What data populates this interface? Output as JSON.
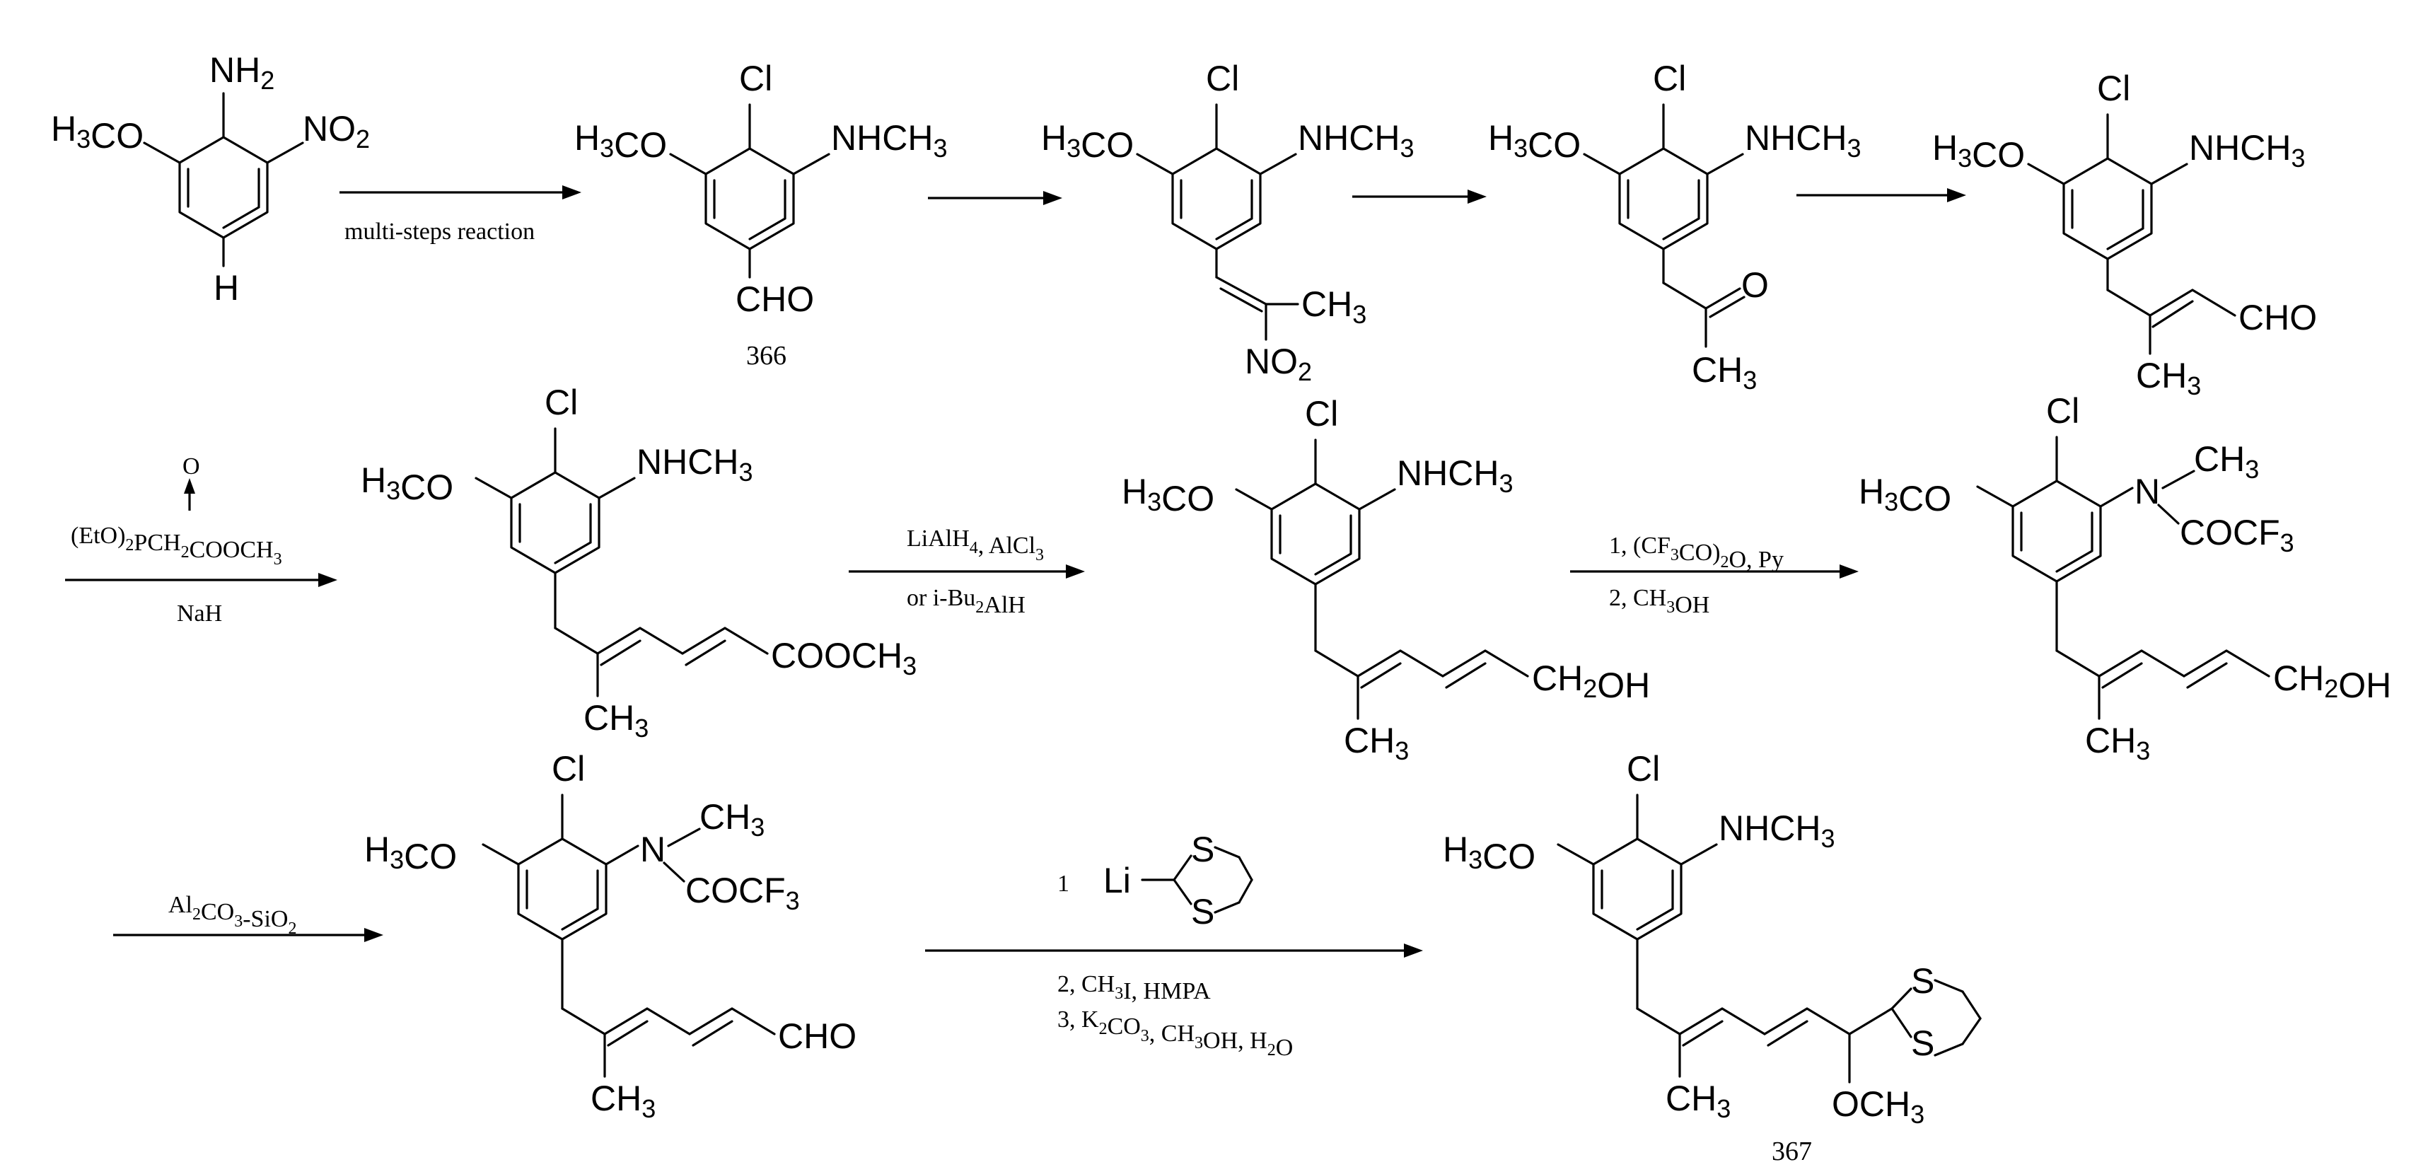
{
  "row1": {
    "m1": {
      "ome": "H3CO",
      "nh2": "NH2",
      "no2": "NO2",
      "h": "H"
    },
    "arrow1_label": "multi-steps reaction",
    "m2": {
      "ome": "H3CO",
      "cl": "Cl",
      "nhme": "NHCH3",
      "cho": "CHO",
      "id": "366"
    },
    "m3": {
      "ome": "H3CO",
      "cl": "Cl",
      "nhme": "NHCH3",
      "ch3": "CH3",
      "no2": "NO2"
    },
    "m4": {
      "ome": "H3CO",
      "cl": "Cl",
      "nhme": "NHCH3",
      "o": "O",
      "ch3": "CH3"
    },
    "m5": {
      "ome": "H3CO",
      "cl": "Cl",
      "nhme": "NHCH3",
      "cho": "CHO",
      "ch3": "CH3"
    }
  },
  "row2": {
    "arrow1": {
      "o": "O",
      "phos": "(EtO)2PCH2COOCH3",
      "base": "NaH"
    },
    "m6": {
      "ome": "H3CO",
      "cl": "Cl",
      "nhme": "NHCH3",
      "ester": "COOCH3",
      "ch3": "CH3"
    },
    "arrow2": {
      "reag1": "LiAlH4, AlCl3",
      "reag2": "or i-Bu2AlH"
    },
    "m7": {
      "ome": "H3CO",
      "cl": "Cl",
      "nhme": "NHCH3",
      "ch2oh": "CH2OH",
      "ch3": "CH3"
    },
    "arrow3": {
      "step1": "1, (CF3CO)2O,  Py",
      "step2": "2, CH3OH"
    },
    "m8": {
      "ome": "H3CO",
      "cl": "Cl",
      "n": "N",
      "nme": "CH3",
      "tfa": "COCF3",
      "ch2oh": "CH2OH",
      "ch3": "CH3"
    }
  },
  "row3": {
    "arrow1": {
      "reag": "Al2CO3-SiO2"
    },
    "m9": {
      "ome": "H3CO",
      "cl": "Cl",
      "n": "N",
      "nme": "CH3",
      "tfa": "COCF3",
      "cho": "CHO",
      "ch3": "CH3"
    },
    "arrow2": {
      "step1_num": "1",
      "li": "Li",
      "s1": "S",
      "s2": "S",
      "step2": "2, CH3I, HMPA",
      "step3": "3, K2CO3, CH3OH, H2O"
    },
    "m10": {
      "ome": "H3CO",
      "cl": "Cl",
      "nhme": "NHCH3",
      "s1": "S",
      "s2": "S",
      "ome2": "OCH3",
      "ch3": "CH3",
      "id": "367"
    }
  }
}
